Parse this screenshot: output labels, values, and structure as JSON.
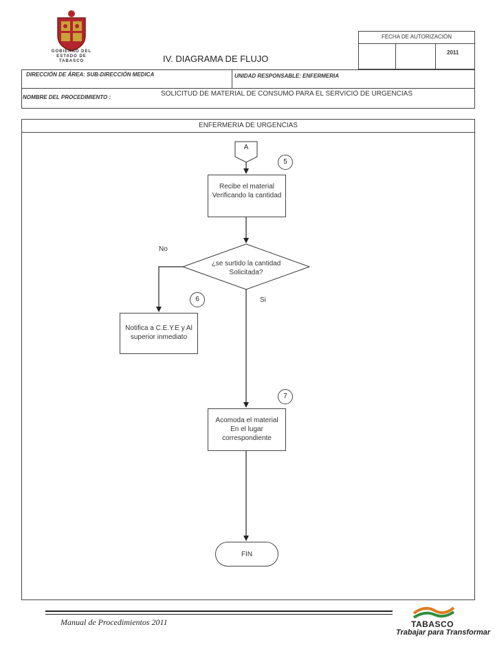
{
  "header": {
    "logo_text": "GOBIERNO DEL ESTADO DE TABASCO",
    "title": "IV. DIAGRAMA  DE FLUJO",
    "auth_label": "FECHA DE AUTORIZACIÓN",
    "auth_year": "2011",
    "direccion": "DIRECCIÓN DE ÁREA: SUB-DIRECCIÓN MEDICA",
    "unidad": "UNIDAD RESPONSABLE: ENFERMERIA",
    "nombre_label": "NOMBRE DEL PROCEDIMIENTO :",
    "nombre_value": "SOLICITUD DE MATERIAL DE CONSUMO PARA EL SERVICIO DE URGENCIAS"
  },
  "swimlane": {
    "title": "ENFERMERIA DE URGENCIAS"
  },
  "flow": {
    "connector_a": "A",
    "step5_num": "5",
    "step5_text": "Recibe el material Verificando la cantidad",
    "decision_text": "¿se surtido la cantidad Solicitada?",
    "no_label": "No",
    "si_label": "Si",
    "step6_num": "6",
    "step6_text": "Notifica a C.E.Y.E y Al superior inmediato",
    "step7_num": "7",
    "step7_text": "Acomoda el material En el lugar correspondiente",
    "end_text": "FIN"
  },
  "footer": {
    "manual_text": "Manual de Procedimientos 2011",
    "brand": "TABASCO",
    "slogan": "Trabajar para Transformar"
  },
  "colors": {
    "seal_red": "#b3262b",
    "seal_gold": "#c9a23a",
    "brand_green": "#2f8f3a",
    "brand_orange": "#e07a1f",
    "brand_dark": "#222222"
  }
}
